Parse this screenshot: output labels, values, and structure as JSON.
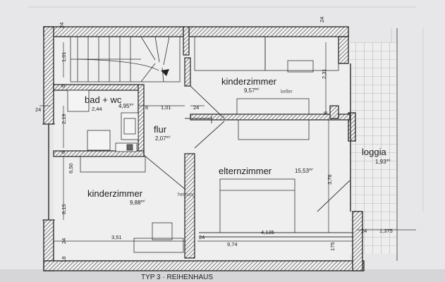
{
  "plan": {
    "rooms": {
      "bad_wc": {
        "name": "bad + wc",
        "area": "4,95",
        "sup": "m²"
      },
      "kinderzimmer_top": {
        "name": "kinderzimmer",
        "area": "9,57",
        "sup": "m²"
      },
      "flur": {
        "name": "flur",
        "area": "2,07",
        "sup": "m²"
      },
      "elternzimmer": {
        "name": "elternzimmer",
        "area": "15,53",
        "sup": "m²"
      },
      "kinderzimmer_bottom": {
        "name": "kinderzimmer",
        "area": "9,88",
        "sup": "m²"
      },
      "loggia": {
        "name": "loggia",
        "area": "1,93",
        "sup": "m²"
      }
    },
    "dimensions": {
      "d24_top_left": "24",
      "d24_top_right": "24",
      "d101_stair": "1,01",
      "d6_stair": "6",
      "d24_left": "24",
      "d244": "2,44",
      "d219": "2,19",
      "d6_bath": "6",
      "d101_bath": "1,01",
      "d24_bath": "24",
      "d6_left": "6",
      "d650": "6,50",
      "d815": "8,15",
      "d24_lower_left": "24",
      "d18_lower": "18",
      "d351": "3,51",
      "d24_mid": "24",
      "d974": "9,74",
      "d4135": "4,135",
      "d175": "175",
      "d24_loggia": "24",
      "d1375": "1,375",
      "d231": "2,31",
      "d6_right": "6",
      "d376": "3,76"
    },
    "furniture_text": {
      "keller": "keller",
      "heizung": "heizung"
    },
    "footer_caption": "TYP 3 · REIHENHAUS"
  }
}
